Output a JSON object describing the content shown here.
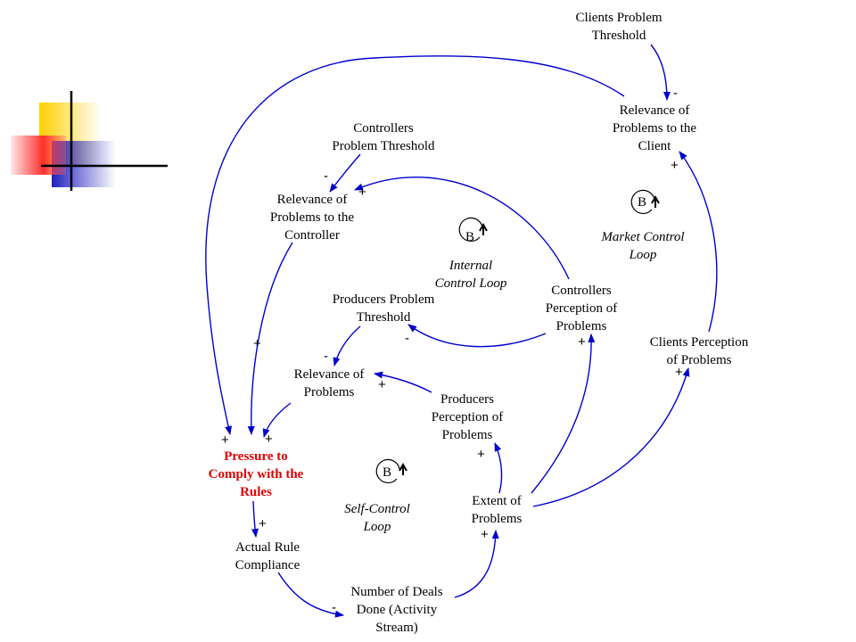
{
  "nodes": {
    "clients_problem_threshold": [
      "Clients Problem",
      "Threshold"
    ],
    "relevance_client": [
      "Relevance of",
      "Problems to the",
      "Client"
    ],
    "controllers_problem_threshold": [
      "Controllers",
      "Problem Threshold"
    ],
    "relevance_controller": [
      "Relevance of",
      "Problems to the",
      "Controller"
    ],
    "producers_problem_threshold": [
      "Producers Problem",
      "Threshold"
    ],
    "relevance_problems": [
      "Relevance of",
      "Problems"
    ],
    "controllers_perception": [
      "Controllers",
      "Perception of",
      "Problems"
    ],
    "clients_perception": [
      "Clients Perception",
      "of Problems"
    ],
    "producers_perception": [
      "Producers",
      "Perception of",
      "Problems"
    ],
    "pressure": [
      "Pressure to",
      "Comply with the",
      "Rules"
    ],
    "extent": [
      "Extent of",
      "Problems"
    ],
    "actual_compliance": [
      "Actual Rule",
      "Compliance"
    ],
    "number_of_deals": [
      "Number of Deals",
      "Done (Activity",
      "Stream)"
    ]
  },
  "loops": {
    "internal": {
      "letter": "B",
      "label": [
        "Internal",
        "Control Loop"
      ]
    },
    "market": {
      "letter": "B",
      "label": [
        "Market Control",
        "Loop"
      ]
    },
    "self": {
      "letter": "B",
      "label": [
        "Self-Control",
        "Loop"
      ]
    }
  },
  "polarity": {
    "p1": "-",
    "p2": "+",
    "p3": "-",
    "p4": "+",
    "p5": "+",
    "p6": "+",
    "p7": "-",
    "p8": "+",
    "p9": "+",
    "p10": "-",
    "p11": "+",
    "p12": "+",
    "p13": "+",
    "p14": "+",
    "p15": "+",
    "p16": "-"
  },
  "colors": {
    "arrow": "#0000cc",
    "text": "#000000",
    "highlight": "#e00000"
  }
}
